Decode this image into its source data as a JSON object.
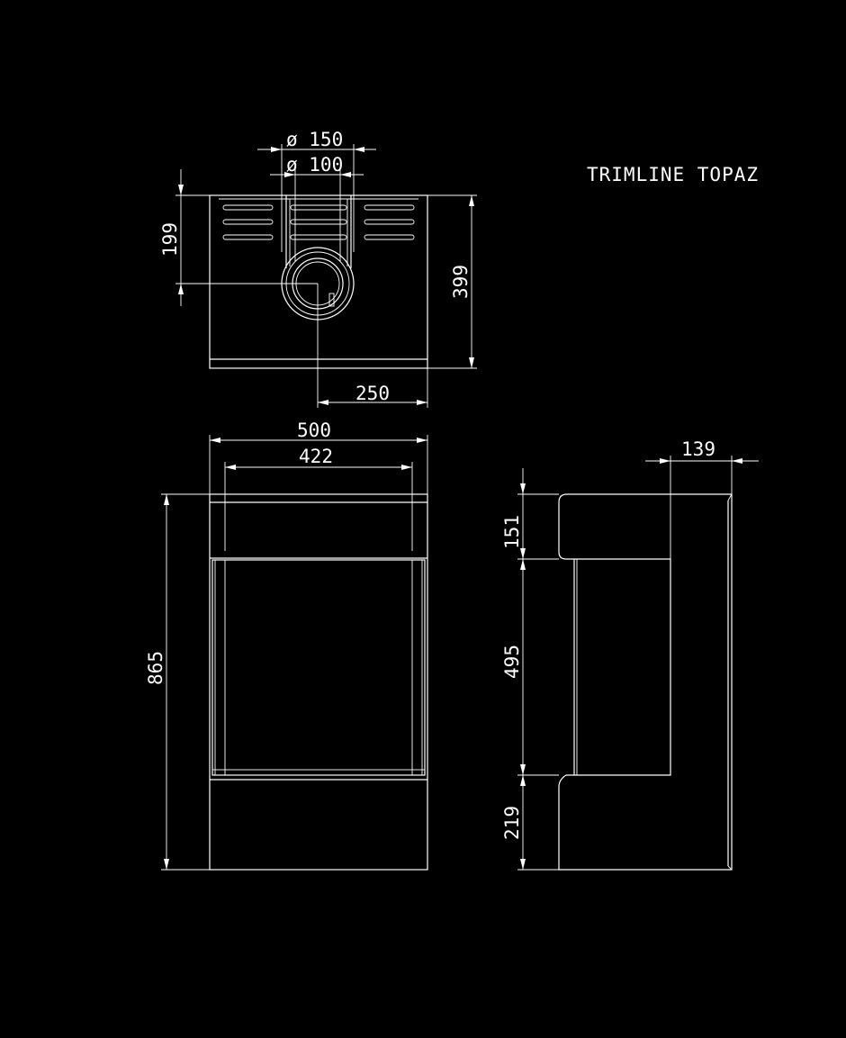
{
  "title": "TRIMLINE TOPAZ",
  "colors": {
    "background": "#000000",
    "lines": "#ffffff"
  },
  "top_view": {
    "outer_diameter": "ø 150",
    "inner_diameter": "ø 100",
    "flue_offset_depth": "199",
    "depth": "399",
    "flue_offset_width": "250"
  },
  "front_view": {
    "width": "500",
    "inner_width": "422",
    "height": "865"
  },
  "side_view": {
    "top_offset": "139",
    "top_height": "151",
    "window_height": "495",
    "base_height": "219"
  }
}
